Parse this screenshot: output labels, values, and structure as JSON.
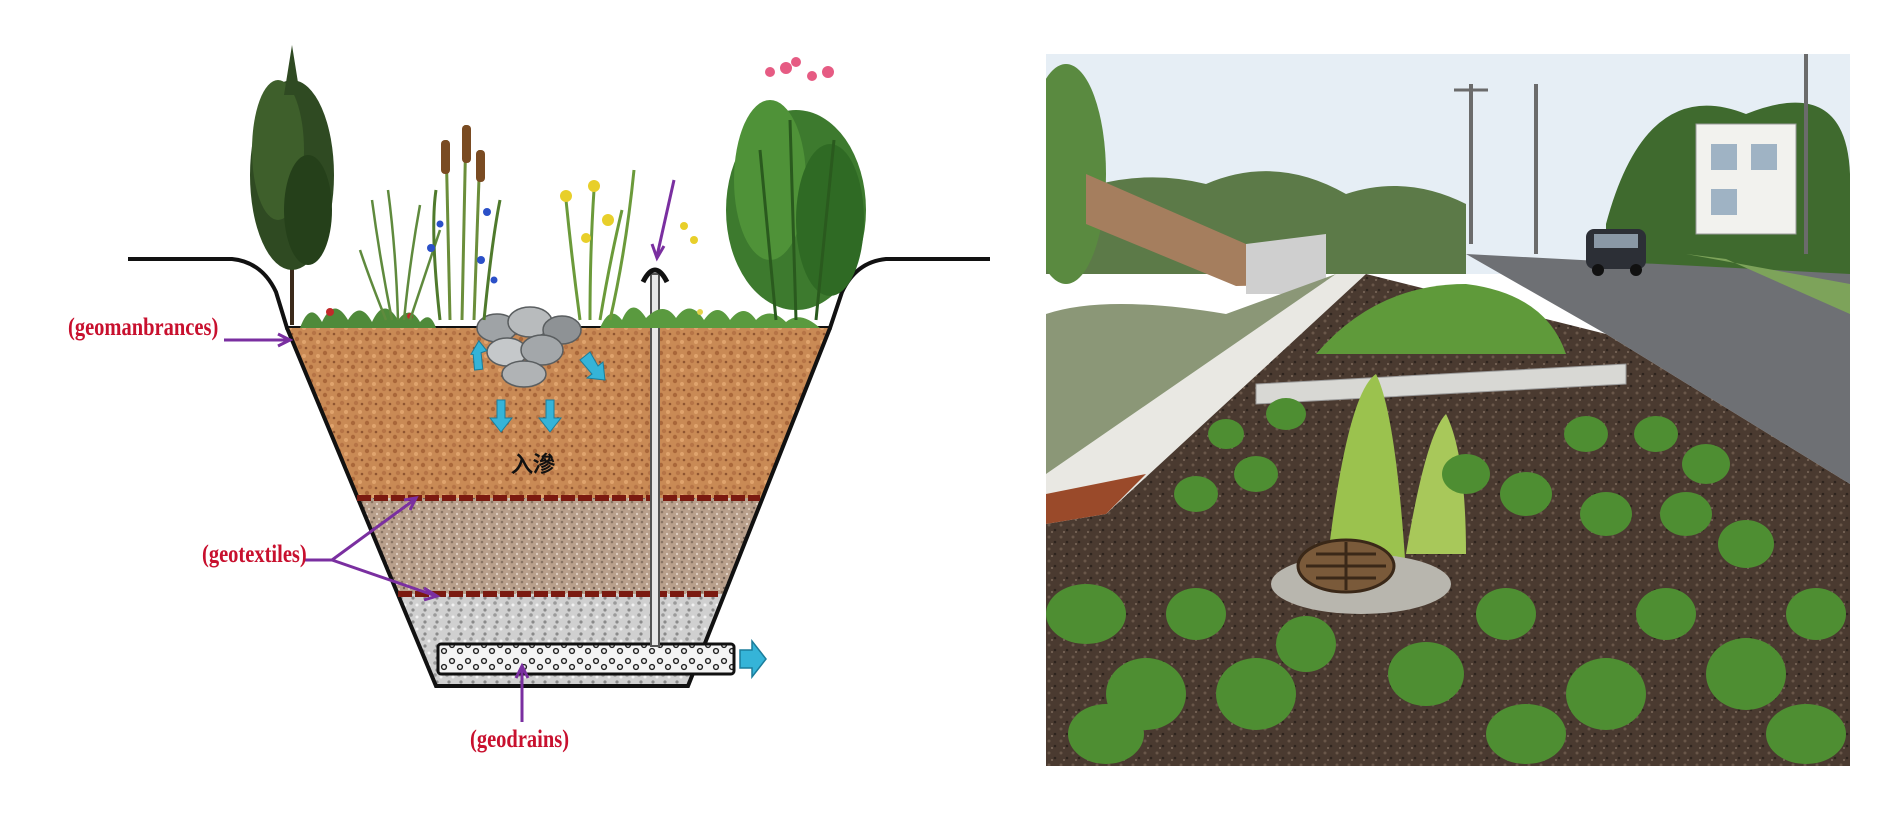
{
  "diagram": {
    "labels": {
      "geomembranes": "(geomanbrances)",
      "geotextiles": "(geotextiles)",
      "geodrains": "(geodrains)",
      "infiltration": "入滲"
    },
    "colors": {
      "soil": "#c98a55",
      "sand": "#b9a08c",
      "gravel": "#d0d0d0",
      "label": "#c8102e",
      "pointer": "#7a2fa0",
      "flow_arrow": "#35b4d8",
      "fabric_line": "#7a1a10"
    },
    "icons": [
      "tree-icon",
      "cattail-icon",
      "flower-icon",
      "shrub-icon",
      "rock-pile-icon",
      "flow-arrow-icon",
      "perforated-pipe-icon",
      "overflow-pipe-icon"
    ]
  },
  "photo": {
    "icons": [
      "tree-icon",
      "utility-pole-icon",
      "car-icon",
      "house-icon",
      "shrub-icon",
      "drain-grate-icon",
      "concrete-weir-icon"
    ]
  }
}
